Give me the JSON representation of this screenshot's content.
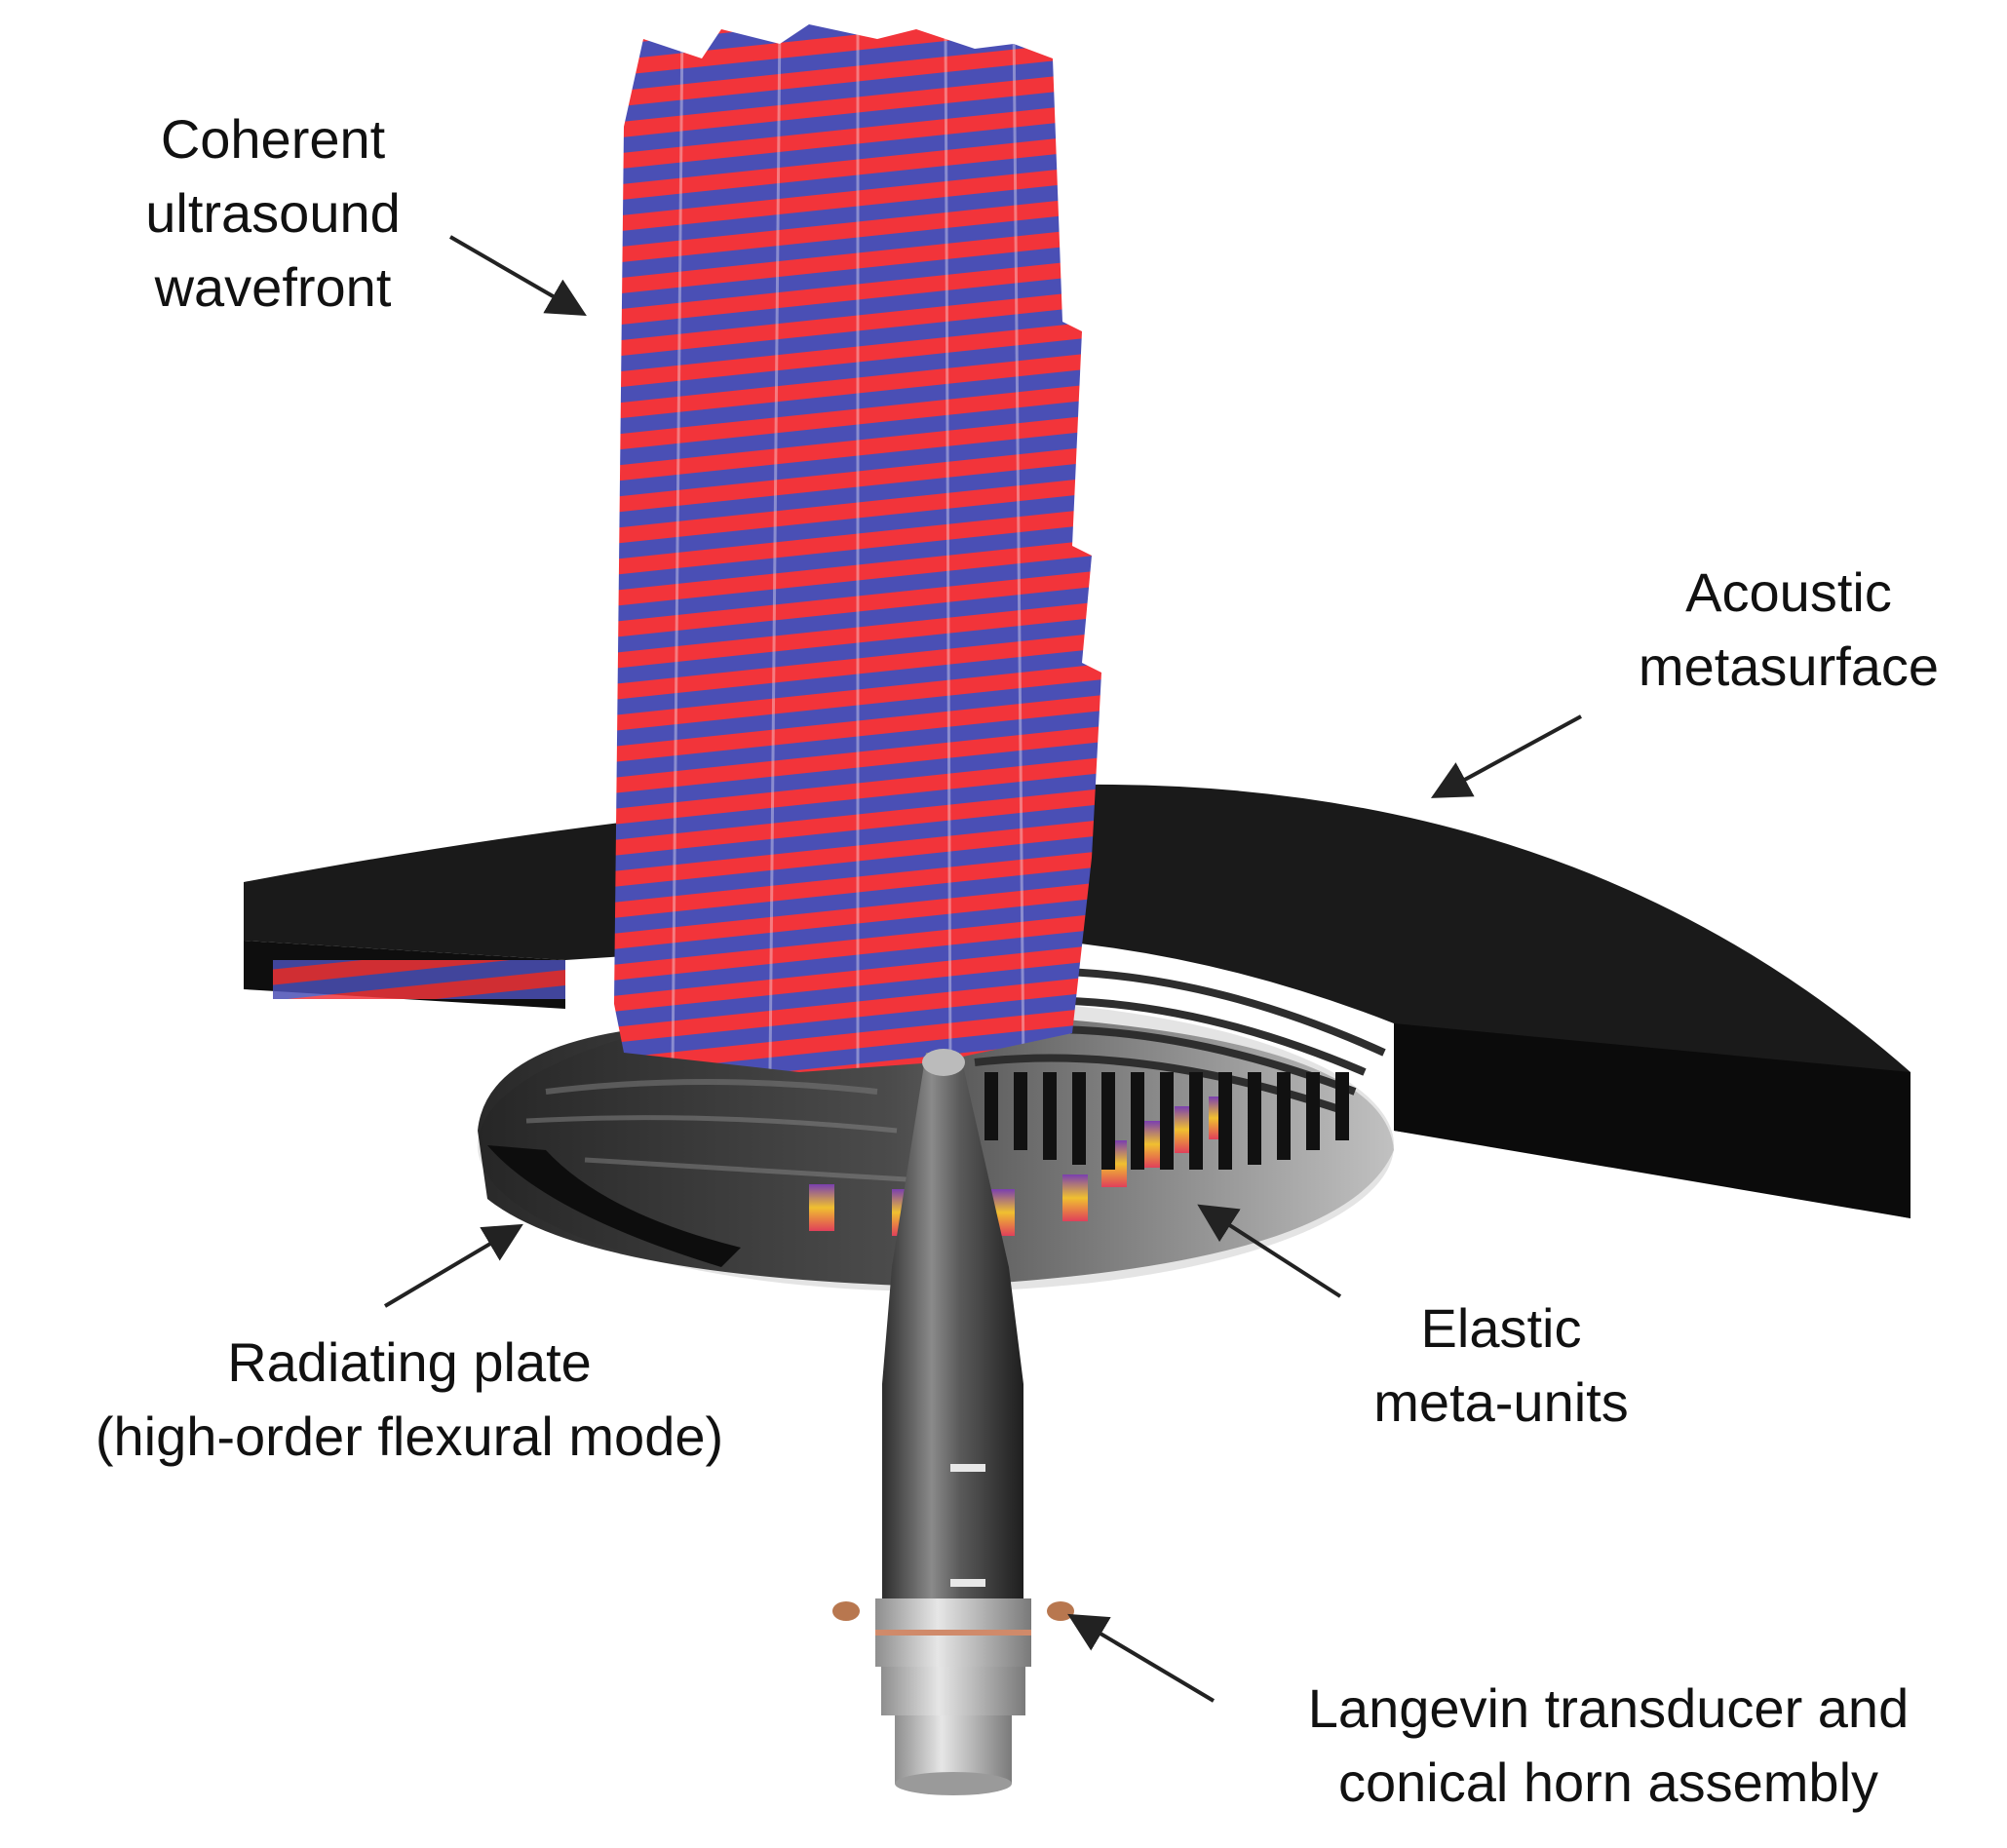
{
  "labels": {
    "wavefront": [
      "Coherent",
      "ultrasound",
      "wavefront"
    ],
    "metasurface": [
      "Acoustic",
      "metasurface"
    ],
    "plate": [
      "Radiating plate",
      "(high-order flexural mode)"
    ],
    "meta_units": [
      "Elastic",
      "meta-units"
    ],
    "transducer": [
      "Langevin transducer and",
      "conical horn assembly"
    ]
  },
  "colors": {
    "wave_red": "#f2343a",
    "wave_blue": "#4a4fb5",
    "metasurface": "#1a1a1a",
    "plate": "#2a2a2a",
    "horn": "#4a4a4a",
    "arrow": "#222222"
  }
}
